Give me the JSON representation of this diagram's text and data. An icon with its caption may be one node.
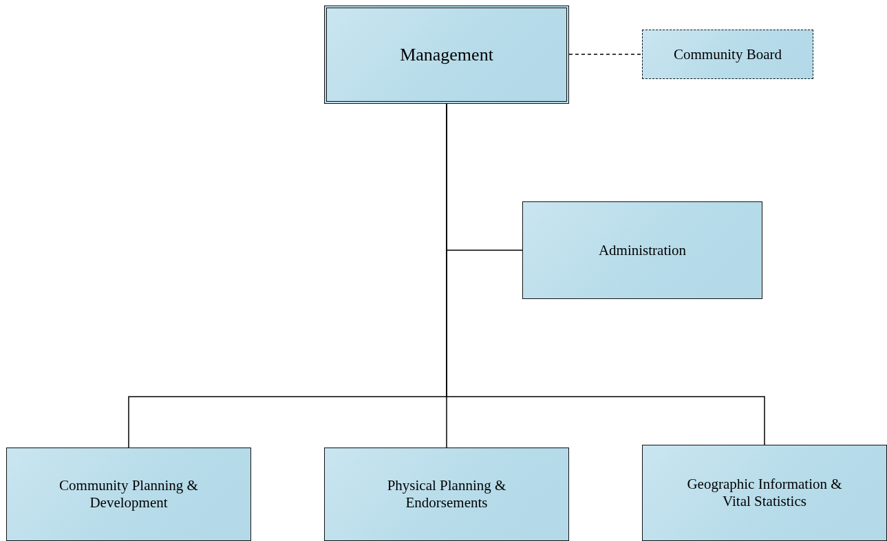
{
  "diagram": {
    "nodes": [
      {
        "text": [
          "Management"
        ]
      },
      {
        "text": [
          "Community Board"
        ]
      },
      {
        "text": [
          "Administration"
        ]
      },
      {
        "text": [
          "Community Planning & Development"
        ]
      },
      {
        "text": [
          "Physical Planning & Endorsements"
        ]
      },
      {
        "text": [
          "Geographic Information & Vital Statistics"
        ]
      }
    ],
    "edges": [
      {
        "from": 0,
        "to": 1,
        "arrow": "none",
        "style": "dashed"
      },
      {
        "from": 0,
        "to": 2,
        "arrow": "none"
      },
      {
        "from": 0,
        "to": 3,
        "arrow": "none"
      },
      {
        "from": 0,
        "to": 4,
        "arrow": "none"
      },
      {
        "from": 0,
        "to": 5,
        "arrow": "none"
      }
    ]
  }
}
